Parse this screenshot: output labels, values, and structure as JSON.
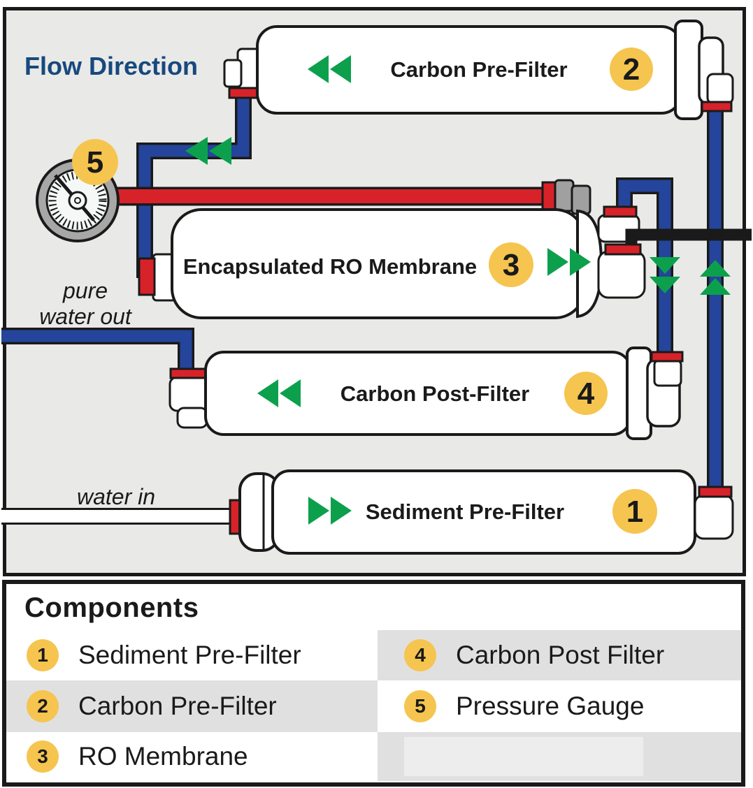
{
  "colors": {
    "bg": "#e9e9e8",
    "line": "#1a1a1a",
    "tube-blue": "#24459b",
    "tube-red": "#d7222a",
    "green": "#0ca04d",
    "badge-yellow": "#f5c54f",
    "title-navy": "#17497d",
    "row-gray": "#e0e0e0",
    "placeholder-gray": "#ededed",
    "fitting-gray": "#a0a0a0",
    "gauge-ring-gray": "#a7a7a7",
    "gauge-face": "#f4f9f7",
    "white": "#ffffff"
  },
  "diagram": {
    "title": "Flow Direction",
    "pure_water_out": [
      "pure",
      "water out"
    ],
    "water_in": "water in",
    "components": {
      "sediment_pre": {
        "label": "Sediment Pre-Filter",
        "badge": "1"
      },
      "carbon_pre": {
        "label": "Carbon Pre-Filter",
        "badge": "2"
      },
      "ro_membrane": {
        "label": "Encapsulated RO Membrane",
        "badge": "3"
      },
      "carbon_post": {
        "label": "Carbon Post-Filter",
        "badge": "4"
      },
      "pressure_gauge": {
        "badge": "5"
      }
    }
  },
  "legend": {
    "heading": "Components",
    "items": [
      {
        "num": "1",
        "label": "Sediment Pre-Filter"
      },
      {
        "num": "2",
        "label": "Carbon Pre-Filter"
      },
      {
        "num": "3",
        "label": "RO Membrane"
      },
      {
        "num": "4",
        "label": "Carbon Post Filter"
      },
      {
        "num": "5",
        "label": "Pressure Gauge"
      }
    ]
  }
}
